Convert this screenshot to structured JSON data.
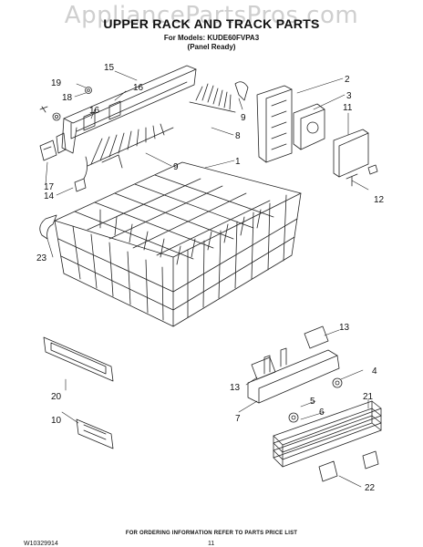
{
  "watermark": "AppliancePartsPros.com",
  "header": {
    "title": "UPPER RACK AND TRACK PARTS",
    "model_line": "For Models: KUDE60FVPA3",
    "panel_line": "(Panel Ready)"
  },
  "callouts": {
    "c1": "1",
    "c2": "2",
    "c3": "3",
    "c4": "4",
    "c5": "5",
    "c6": "6",
    "c7": "7",
    "c8": "8",
    "c9a": "9",
    "c9b": "9",
    "c10": "10",
    "c11": "11",
    "c12": "12",
    "c13a": "13",
    "c13b": "13",
    "c14": "14",
    "c15": "15",
    "c16a": "16",
    "c16b": "16",
    "c17": "17",
    "c18": "18",
    "c19": "19",
    "c20": "20",
    "c21": "21",
    "c22": "22",
    "c23": "23"
  },
  "footer": {
    "ordering_info": "FOR ORDERING INFORMATION REFER TO PARTS PRICE LIST",
    "doc_number": "W10329914",
    "page_number": "11"
  }
}
